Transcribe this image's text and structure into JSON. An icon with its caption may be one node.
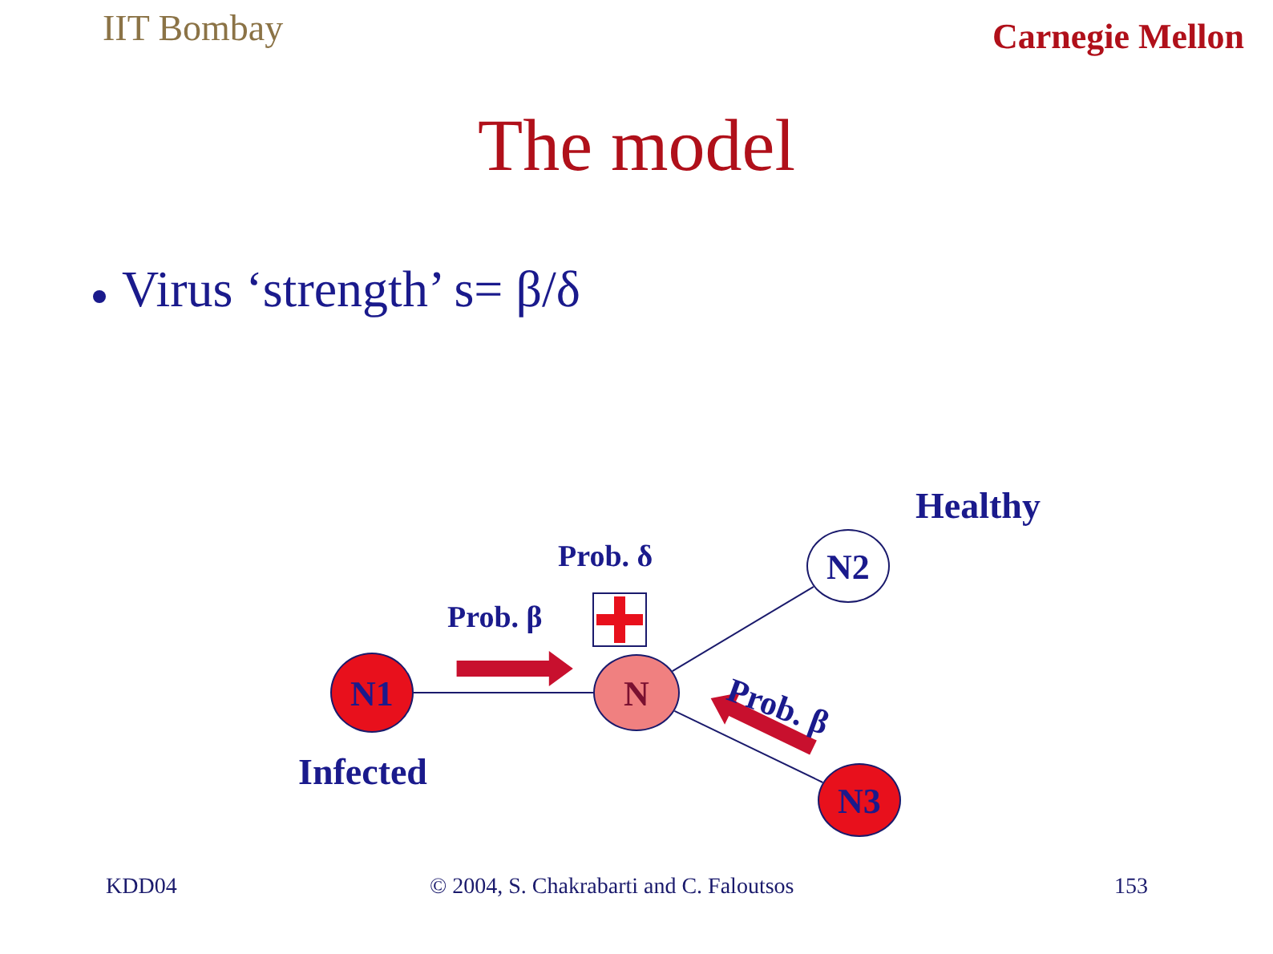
{
  "diagram": {
    "title": "The model",
    "nodes": [
      {
        "text": [
          "N1"
        ],
        "beside": [
          "Infected"
        ]
      },
      {
        "text": [
          "N"
        ]
      },
      {
        "text": [
          "N2"
        ],
        "beside": [
          "Healthy"
        ]
      },
      {
        "text": [
          "N3"
        ]
      }
    ],
    "edges": [
      {
        "from": 0,
        "to": 1,
        "arrow": "none"
      },
      {
        "from": 1,
        "to": 2,
        "arrow": "none"
      },
      {
        "from": 1,
        "to": 3,
        "arrow": "none"
      },
      {
        "from": 0,
        "to": 1,
        "arrow": "to",
        "style": "thick",
        "color": "#c8102e"
      },
      {
        "from": 3,
        "to": 1,
        "arrow": "to",
        "style": "thick",
        "color": "#c8102e"
      }
    ],
    "labels": [
      "IIT Bombay",
      "Carnegie Mellon",
      "Virus ‘strength’ s= β/δ",
      "Prob. δ",
      "Prob. β",
      "Prob. β",
      "KDD04",
      "© 2004, S. Chakrabarti and C. Faloutsos",
      "153"
    ]
  }
}
